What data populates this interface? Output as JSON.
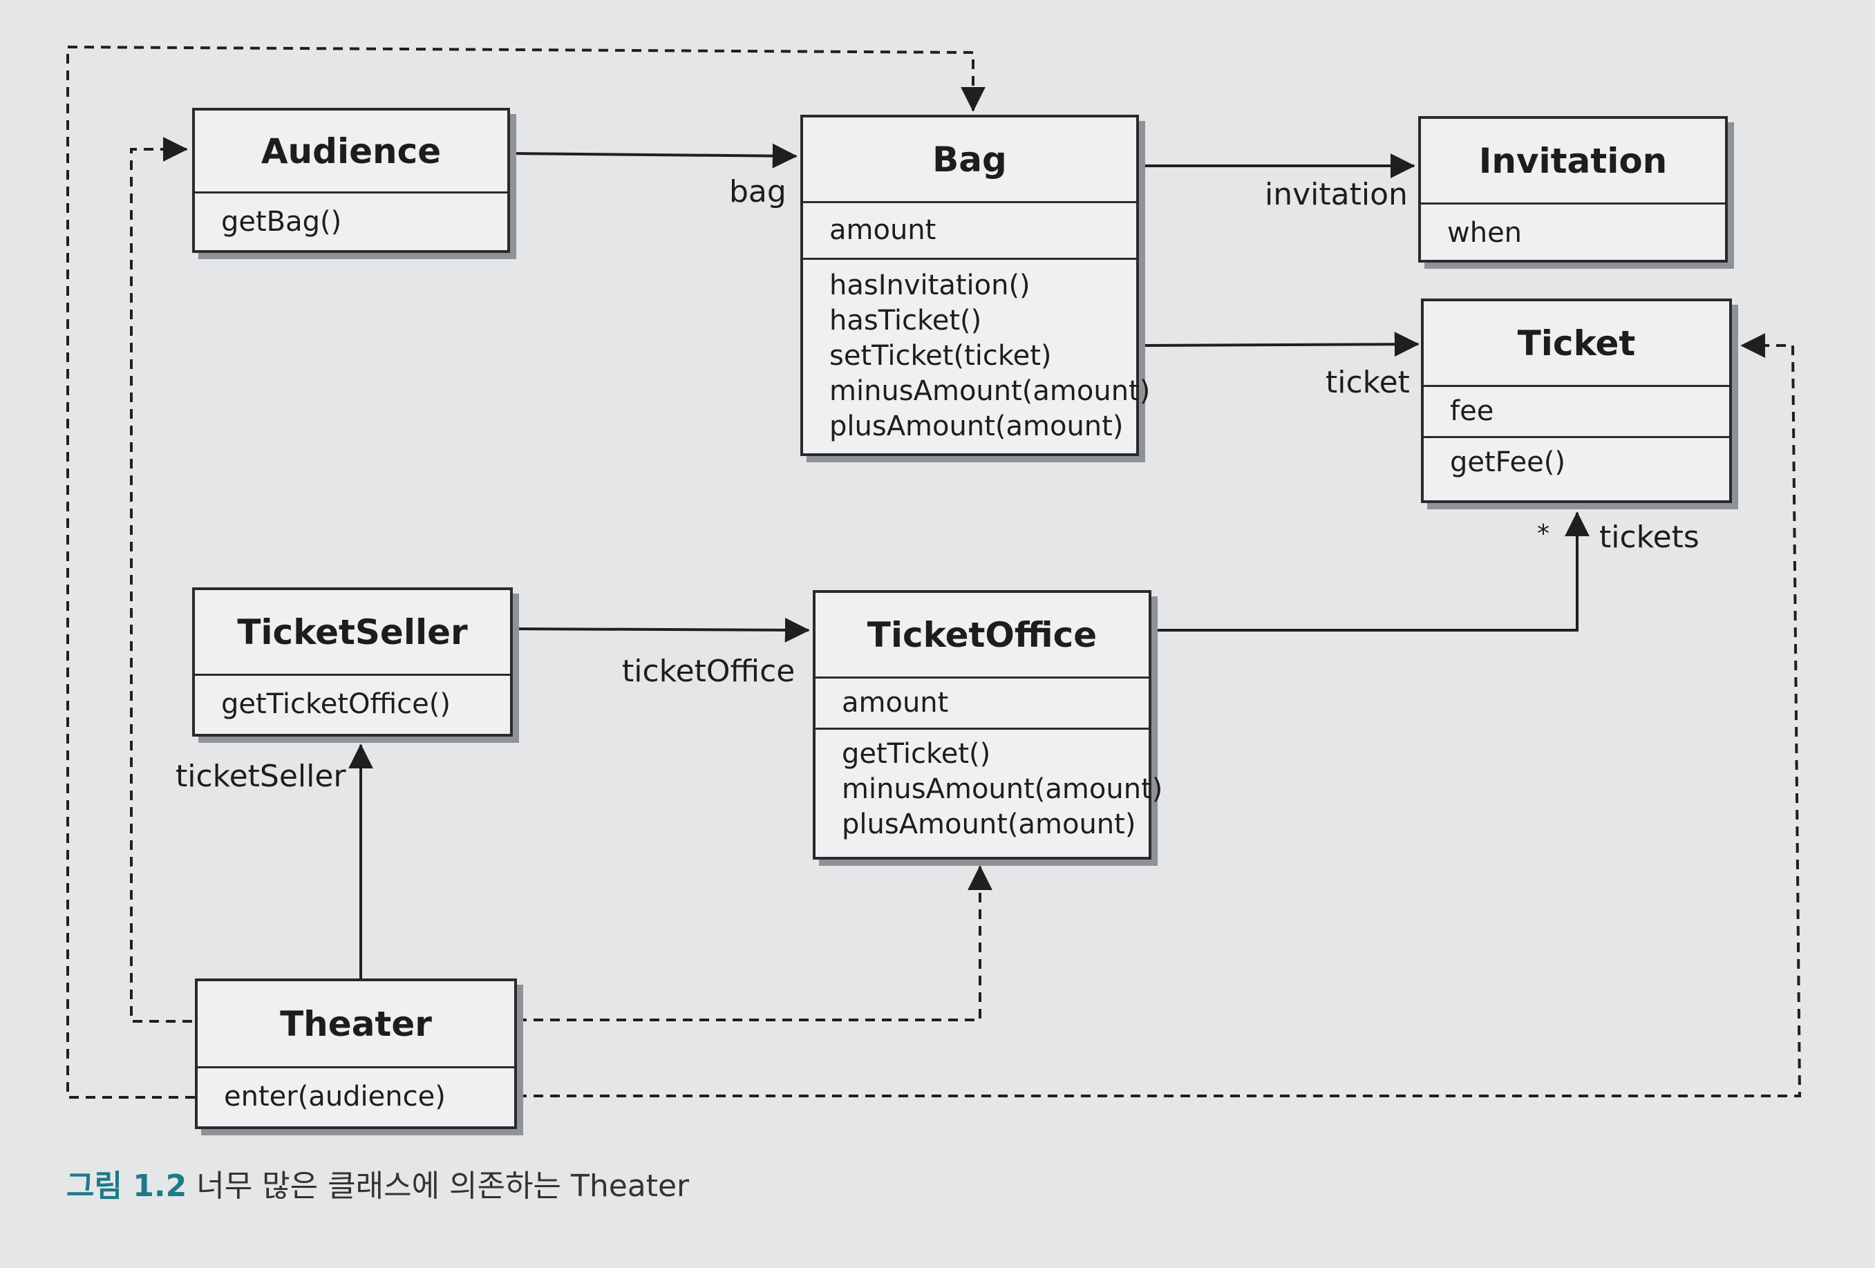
{
  "classes": {
    "audience": {
      "name": "Audience",
      "attributes": [],
      "methods": [
        "getBag()"
      ]
    },
    "bag": {
      "name": "Bag",
      "attributes": [
        "amount"
      ],
      "methods": [
        "hasInvitation()",
        "hasTicket()",
        "setTicket(ticket)",
        "minusAmount(amount)",
        "plusAmount(amount)"
      ]
    },
    "invitation": {
      "name": "Invitation",
      "attributes": [
        "when"
      ],
      "methods": []
    },
    "ticket": {
      "name": "Ticket",
      "attributes": [
        "fee"
      ],
      "methods": [
        "getFee()"
      ]
    },
    "ticketseller": {
      "name": "TicketSeller",
      "attributes": [],
      "methods": [
        "getTicketOffice()"
      ]
    },
    "ticketoffice": {
      "name": "TicketOffice",
      "attributes": [
        "amount"
      ],
      "methods": [
        "getTicket()",
        "minusAmount(amount)",
        "plusAmount(amount)"
      ]
    },
    "theater": {
      "name": "Theater",
      "attributes": [],
      "methods": [
        "enter(audience)"
      ]
    }
  },
  "associations": {
    "bag": "bag",
    "invitation": "invitation",
    "ticket": "ticket",
    "tickets": "tickets",
    "tickets_multiplicity": "*",
    "ticketOffice": "ticketOffice",
    "ticketSeller": "ticketSeller"
  },
  "caption": {
    "number": "그림 1.2",
    "text": "너무 많은 클래스에 의존하는 Theater"
  },
  "colors": {
    "background": "#e4e6e8",
    "box_fill": "#eef0f2",
    "line": "#2a2a2a",
    "caption_accent": "#1e7a86"
  }
}
